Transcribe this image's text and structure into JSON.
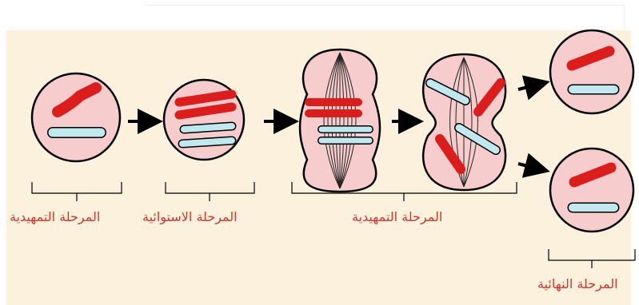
{
  "labels": {
    "prophase_1": "المرحلة التمهيدية",
    "metaphase": "المرحلة الاستوائية",
    "prophase_2": "المرحلة التمهيدية",
    "telophase": "المرحلة النهائية"
  },
  "colors": {
    "background": "#fcf1dc",
    "cell_fill": "#f7cccc",
    "chromosome_red": "#dd1c1c",
    "chromosome_blue": "#bfe8ef",
    "label": "#d2382c"
  }
}
